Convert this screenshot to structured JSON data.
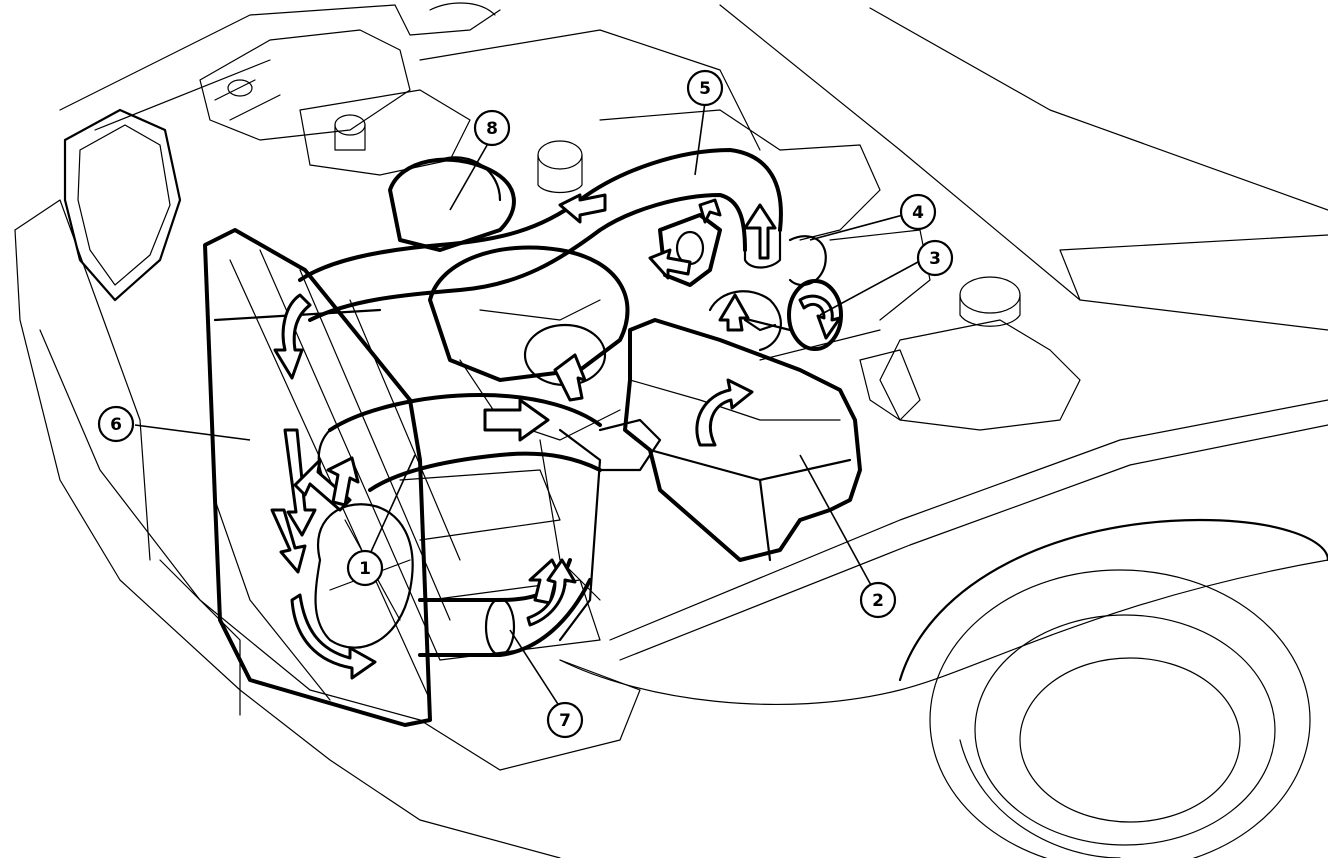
{
  "callouts": [
    {
      "id": "c1",
      "label": "1"
    },
    {
      "id": "c2",
      "label": "2"
    },
    {
      "id": "c3",
      "label": "3"
    },
    {
      "id": "c4",
      "label": "4"
    },
    {
      "id": "c5",
      "label": "5"
    },
    {
      "id": "c6",
      "label": "6"
    },
    {
      "id": "c7",
      "label": "7"
    },
    {
      "id": "c8",
      "label": "8"
    }
  ],
  "colors": {
    "ink": "#000000",
    "paper": "#ffffff"
  }
}
